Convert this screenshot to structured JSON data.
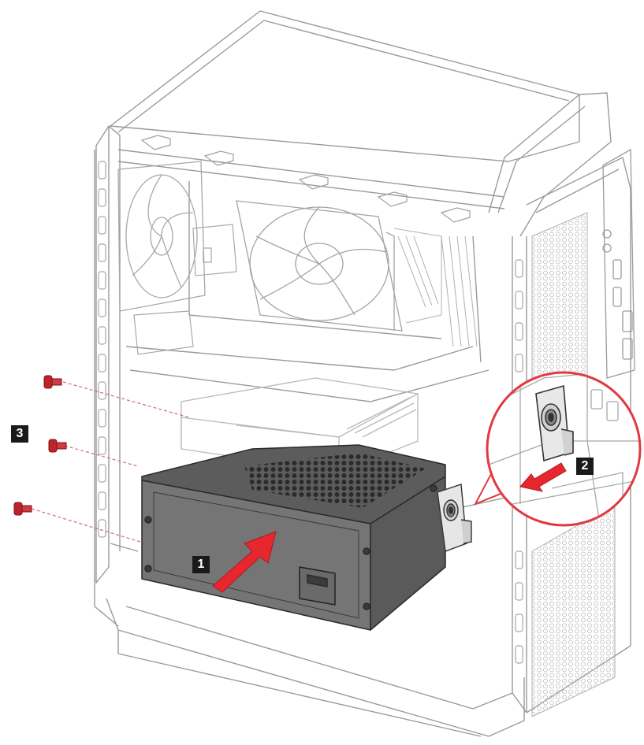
{
  "steps": {
    "step1": "1",
    "step2": "2",
    "step3": "3"
  },
  "colors": {
    "line": "#8a8a8a",
    "line_light": "#c8c8c8",
    "psu_body": "#6f6f6f",
    "psu_top": "#555555",
    "arrow_red": "#e8262d",
    "screw_red": "#c0222a",
    "badge_bg": "#1a1a1a",
    "badge_text": "#ffffff"
  },
  "icons": {
    "push_arrow": "arrow-up-right-icon",
    "release_arrow": "arrow-down-left-icon",
    "screw": "screw-icon",
    "latch": "latch-icon",
    "fan": "fan-icon"
  }
}
